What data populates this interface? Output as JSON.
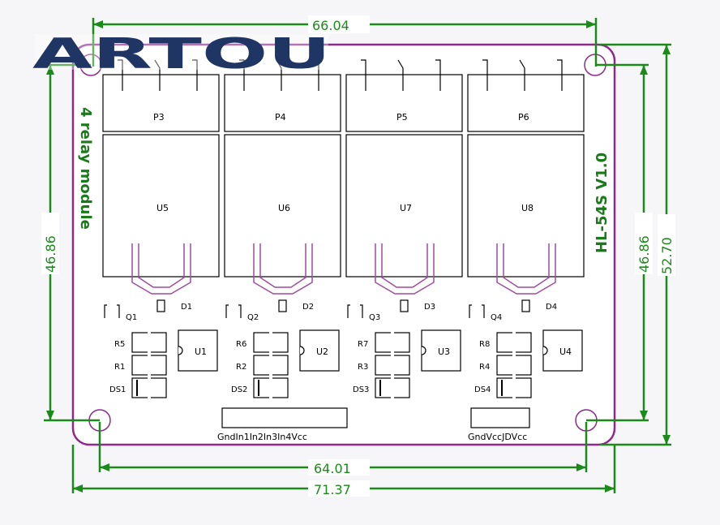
{
  "logo": {
    "text": "ARTOU",
    "color": "#1f3563"
  },
  "dimensions": {
    "top": "66.04",
    "bottom_inner": "64.01",
    "bottom_outer": "71.37",
    "left": "46.86",
    "right_inner": "46.86",
    "right_outer": "52.70",
    "color": "#1a8a1a"
  },
  "board": {
    "outline_color": "#8b2a8b",
    "relay_diode_color": "#a04ca0",
    "title_left": "4 relay module",
    "title_right": "HL-54S V1.0"
  },
  "terminals": [
    "P3",
    "P4",
    "P5",
    "P6"
  ],
  "relays": [
    "U5",
    "U6",
    "U7",
    "U8"
  ],
  "transistors": [
    "Q1",
    "Q2",
    "Q3",
    "Q4"
  ],
  "diodes": [
    "D1",
    "D2",
    "D3",
    "D4"
  ],
  "optocouplers": [
    "U1",
    "U2",
    "U3",
    "U4"
  ],
  "resistor_top": [
    "R5",
    "R6",
    "R7",
    "R8"
  ],
  "resistor_mid": [
    "R1",
    "R2",
    "R3",
    "R4"
  ],
  "leds": [
    "DS1",
    "DS2",
    "DS3",
    "DS4"
  ],
  "connectors": {
    "input": "GndIn1In2In3In4Vcc",
    "power": "GndVccJDVcc"
  }
}
